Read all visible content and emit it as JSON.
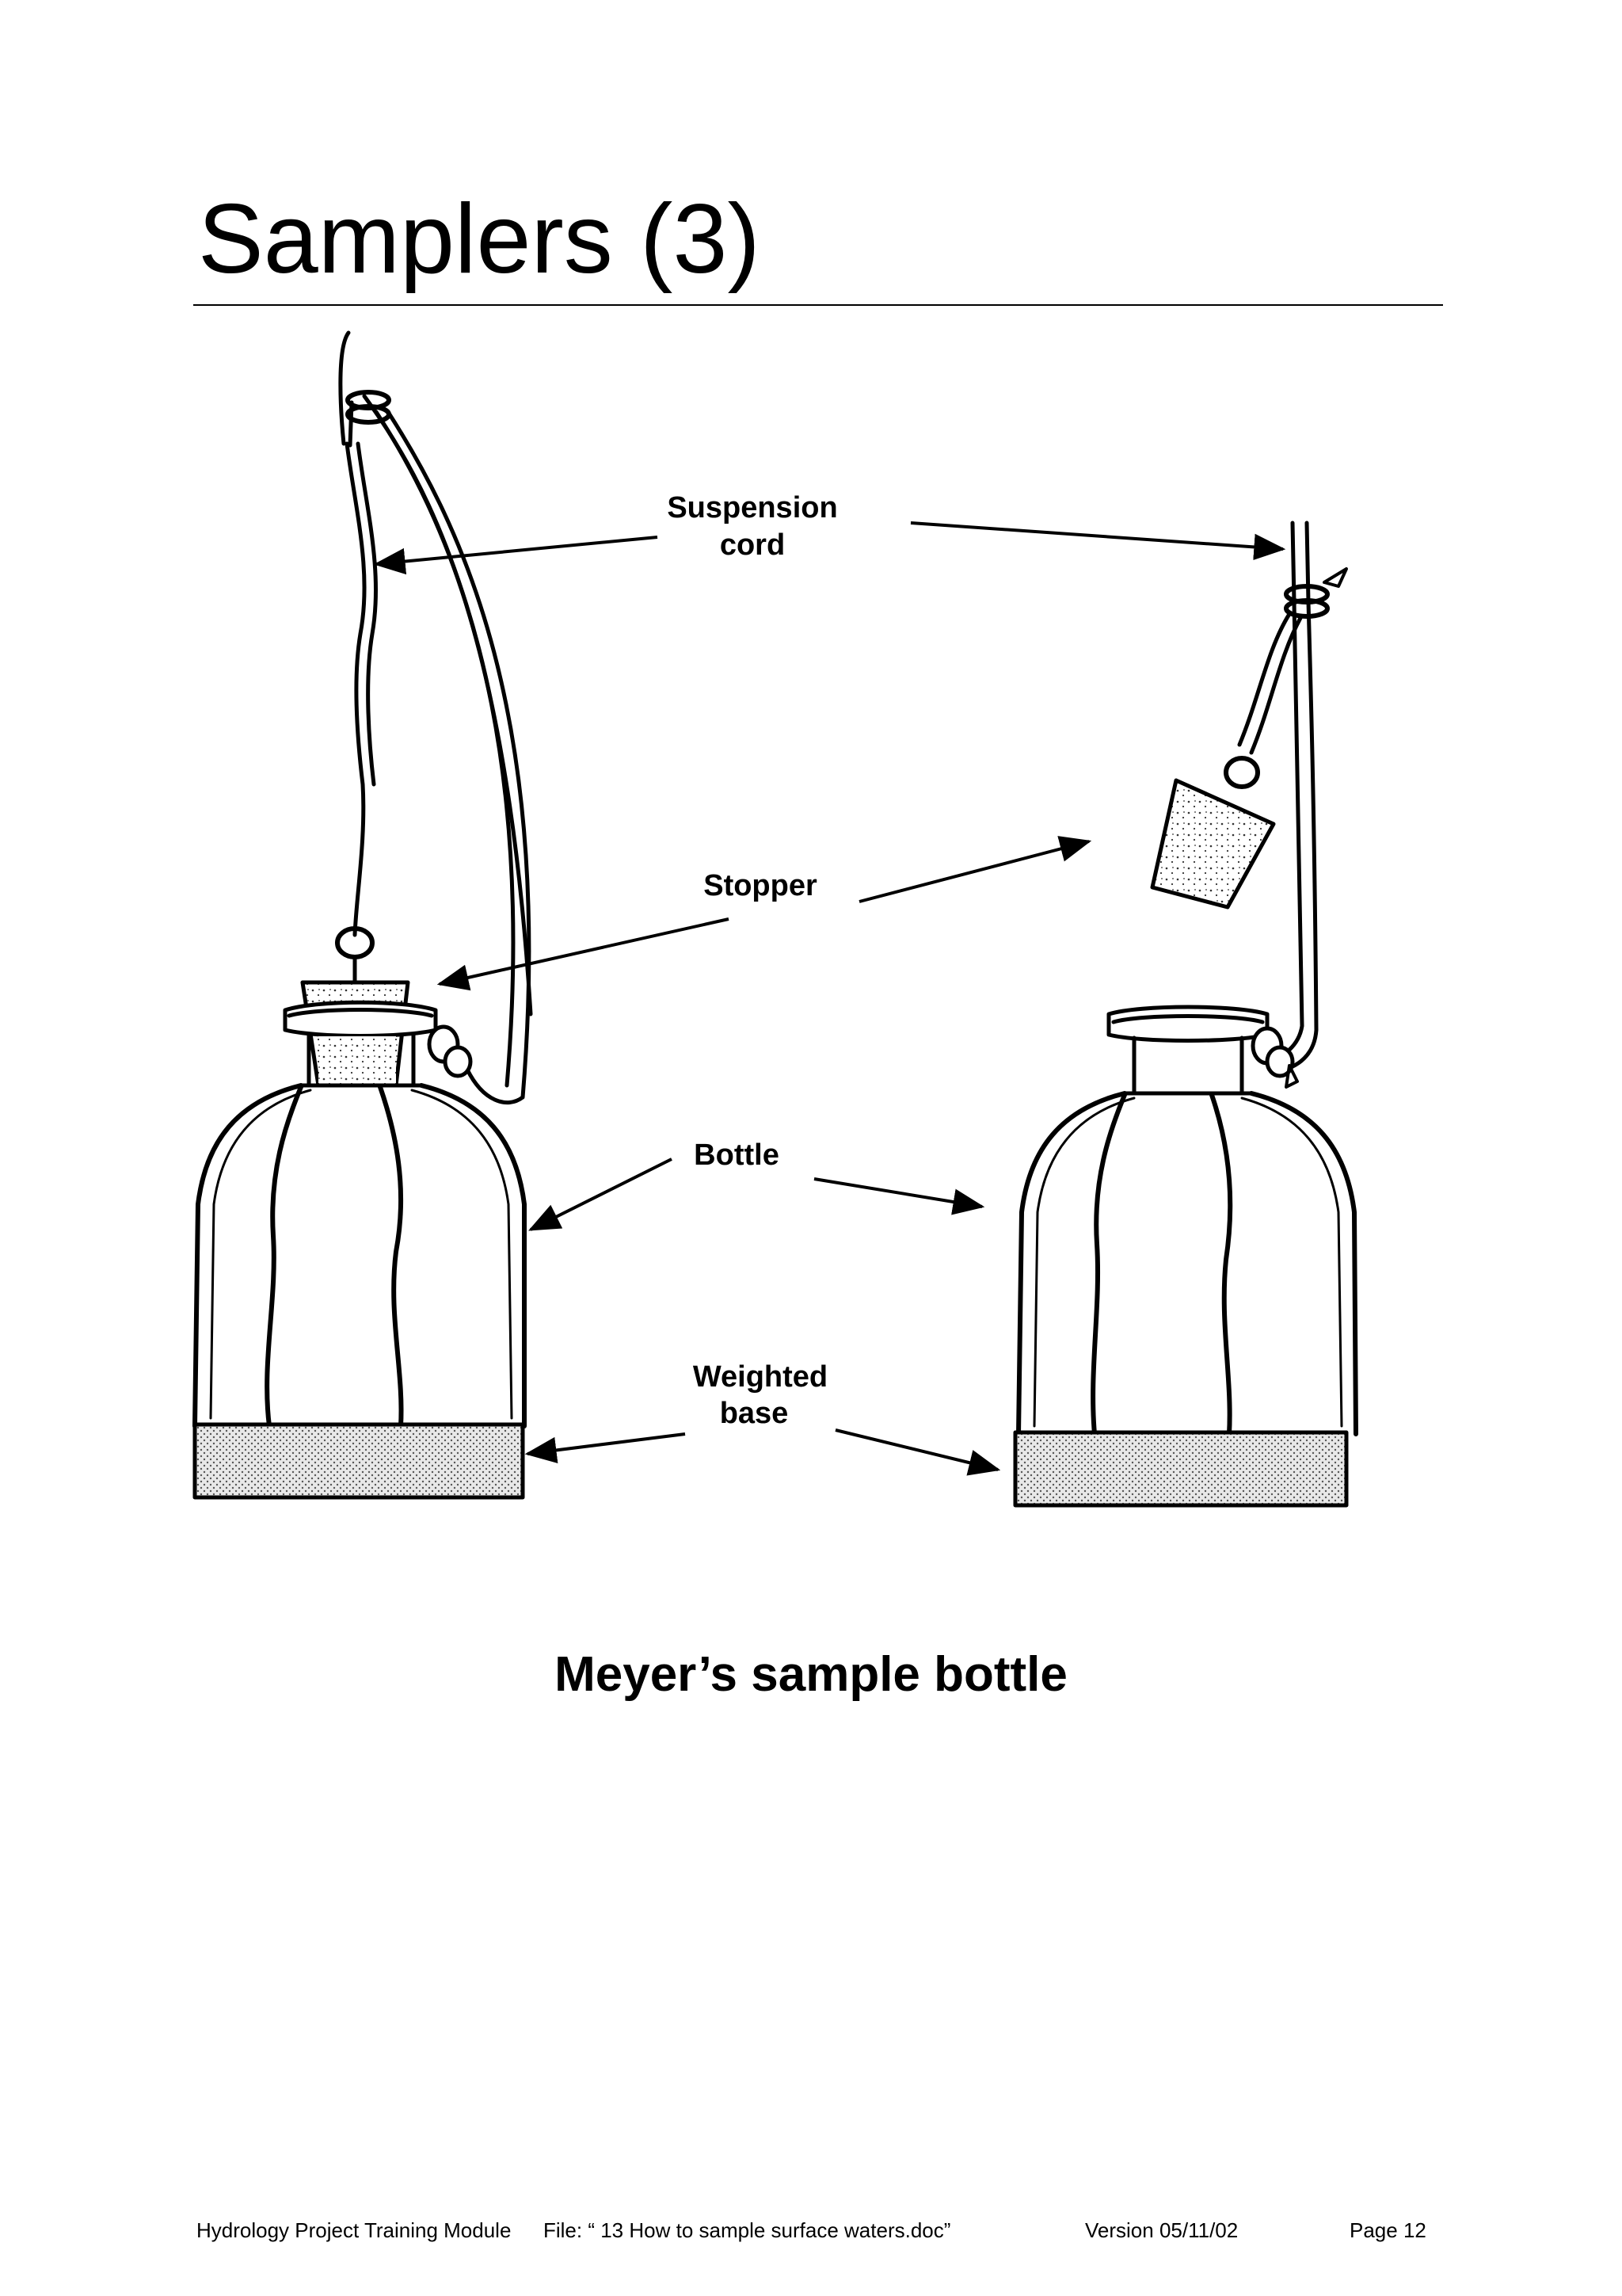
{
  "page": {
    "title": "Samplers (3)",
    "caption": "Meyer’s sample bottle"
  },
  "figure": {
    "labels": {
      "suspension_line1": "Suspension",
      "suspension_line2": "cord",
      "stopper": "Stopper",
      "bottle": "Bottle",
      "weighted_line1": "Weighted",
      "weighted_line2": "base"
    }
  },
  "footer": {
    "module": "Hydrology Project Training Module",
    "file": "File: “ 13 How to sample surface waters.doc”",
    "version": "Version 05/11/02",
    "page": "Page 12"
  }
}
